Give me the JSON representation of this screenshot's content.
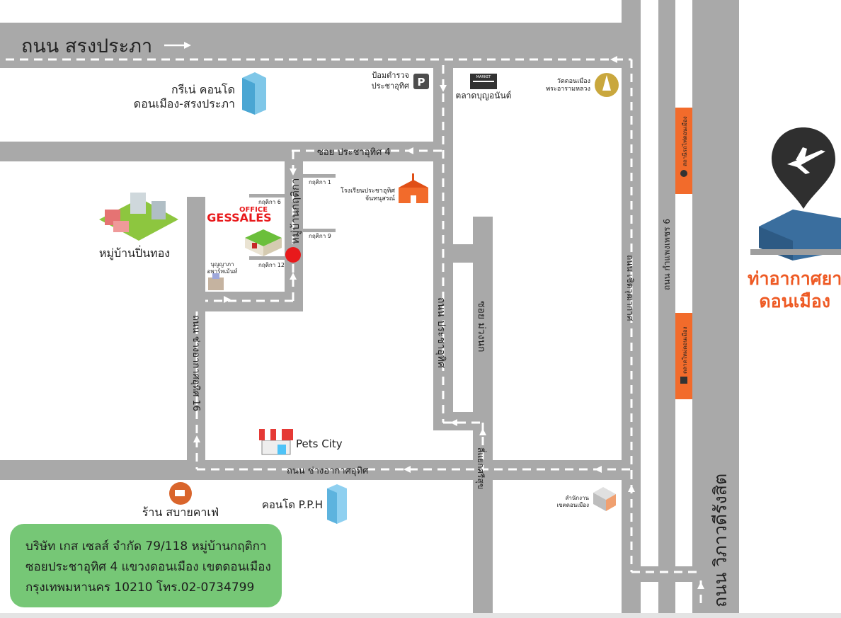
{
  "roads": {
    "sorng_prapha": "ถนน สรงประภา",
    "soi_pracha_uthit_4": "ซอย ประชาอุทิศ 4",
    "muban_kritika": "หมู่บ้านกฤติกา",
    "pracha_uthit": "ถนน ประชาอุทิศ",
    "soi_muang_nak": "ซอย ม่วงนก",
    "chet_chuttakat": "ถนน เชิดวุฒากาศ",
    "kamphaeng_phet_6": "ถนน กำแพงเพชร 6",
    "chang_akat_uthit": "ถนน ช่างอากาศอุทิศ",
    "chang_akat_uthit_16": "ถนน ช่างอากาศอุทิศ 16",
    "vibhavadi_rangsit": "ถนน วิภาวดีรังสิต",
    "sriyaek_srisuk": "สี่แยกศรีสุข"
  },
  "kritika_lanes": [
    "กฤติกา 1",
    "กฤติกา 6",
    "กฤติกา 9",
    "กฤติกา 12"
  ],
  "landmarks": {
    "condo_greene_1": "กรีเน่ คอนโด",
    "condo_greene_2": "ดอนเมือง-สรงประภา",
    "police_1": "ป้อมตำรวจ",
    "police_2": "ประชาอุทิศ",
    "market": "ตลาดบุญอนันต์",
    "market_sign": "MARKET",
    "temple_1": "วัดดอนเมือง",
    "temple_2": "พระอารามหลวง",
    "school_1": "โรงเรียนประชาอุทิศ",
    "school_2": "จันทนุสรณ์",
    "village": "หมู่บ้านปิ่นทอง",
    "office_word": "OFFICE",
    "office_brand": "GESSALES",
    "bunyanat_1": "บุญญาภา",
    "bunyanat_2": "อพาร์ทเม้นท์",
    "pets_city": "Pets City",
    "cafe": "ร้าน สบายคาเฟ่",
    "condo_pph": "คอนโด P.P.H",
    "district_office_1": "สำนักงาน",
    "district_office_2": "เขตดอนเมือง",
    "station_sign": "สถานีรถไฟดอนเมือง",
    "market_sign_2": "ตลาดใหม่ดอนเมือง"
  },
  "airport": {
    "line1": "ท่าอากาศยา",
    "line2": "ดอนเมือง"
  },
  "address": {
    "line1": "บริษัท เกส เซลส์ จำกัด 79/118 หมู่บ้านกฤติกา",
    "line2": "ซอยประชาอุทิศ 4 แขวงดอนเมือง เขตดอนเมือง",
    "line3": "กรุงเทพมหานคร 10210 โทร.02-0734799"
  },
  "colors": {
    "road": "#a9a9a9",
    "accent_orange": "#f26b2b",
    "address_box": "#76c776",
    "location_pin": "#e8191b",
    "airport_text": "#ee5a24"
  }
}
